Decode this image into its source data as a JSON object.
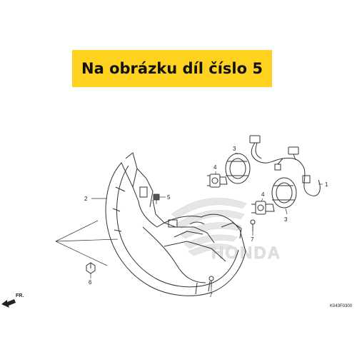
{
  "banner": {
    "text": "Na obrázku díl číslo 5",
    "color": "#ffd21f"
  },
  "diagram": {
    "code": "K043F0300",
    "fr_label": "FR.",
    "watermark": {
      "text": "HONDA",
      "color": "#e0e0e0"
    },
    "callouts": [
      {
        "id": "1",
        "label": "1"
      },
      {
        "id": "2",
        "label": "2"
      },
      {
        "id": "3a",
        "label": "3"
      },
      {
        "id": "3b",
        "label": "3"
      },
      {
        "id": "4a",
        "label": "4"
      },
      {
        "id": "4b",
        "label": "4"
      },
      {
        "id": "5",
        "label": "5"
      },
      {
        "id": "6",
        "label": "6"
      },
      {
        "id": "7a",
        "label": "7"
      },
      {
        "id": "7b",
        "label": "7"
      }
    ]
  }
}
